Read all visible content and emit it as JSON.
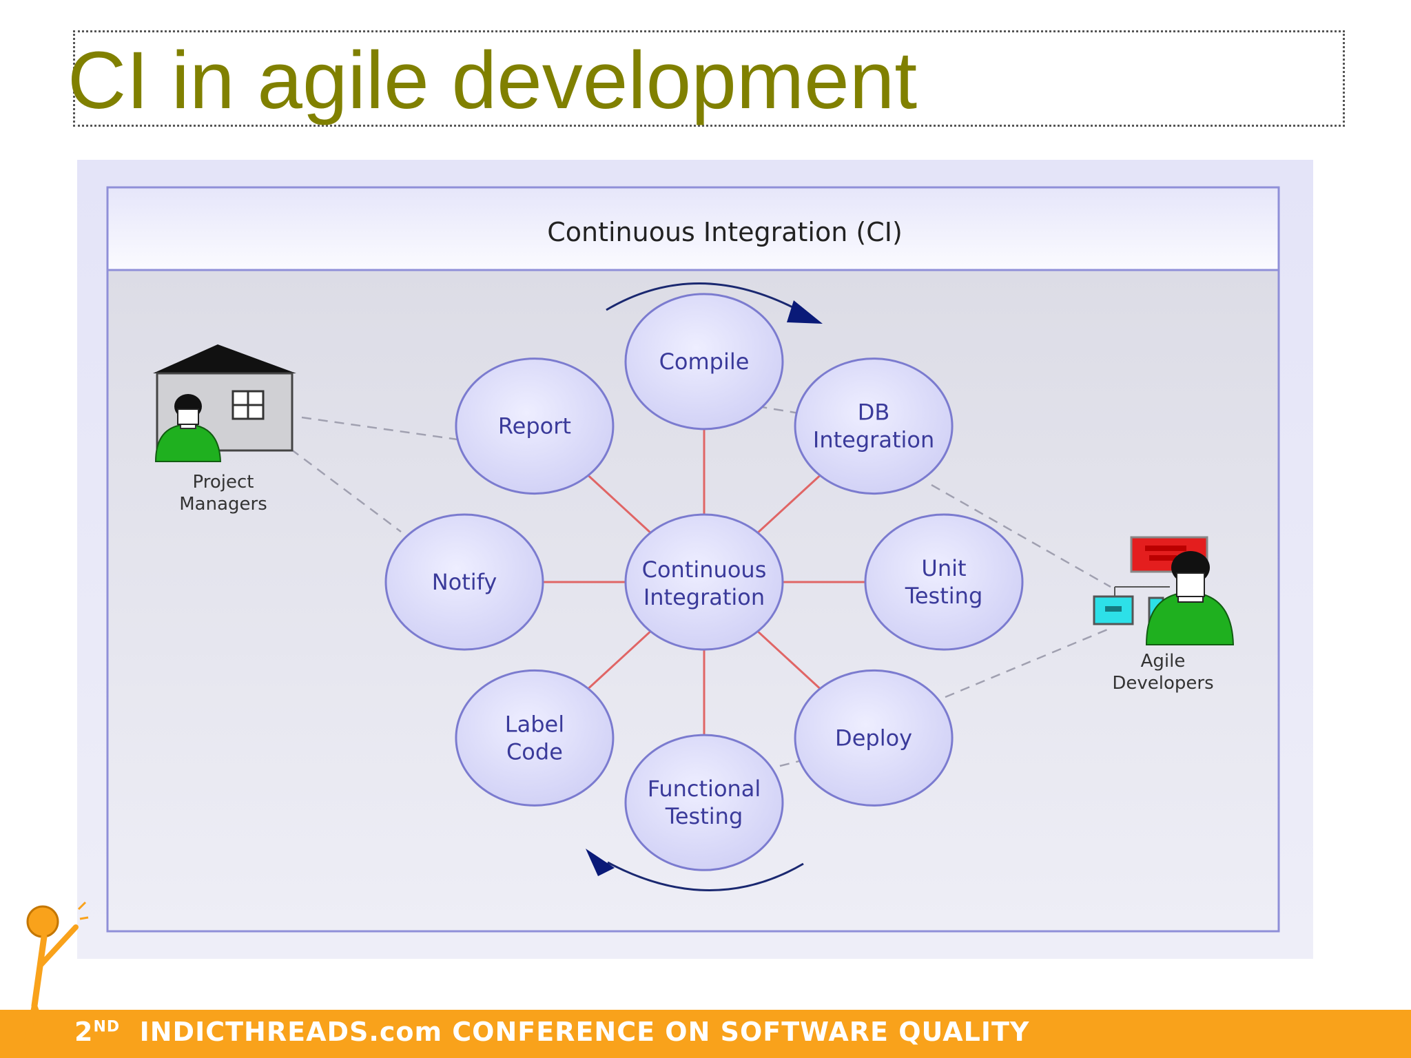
{
  "slide": {
    "title": "CI in agile development"
  },
  "diagram": {
    "panel_title": "Continuous Integration (CI)",
    "hub": [
      "Continuous",
      "Integration"
    ],
    "nodes": [
      {
        "id": "compile",
        "lines": [
          "Compile"
        ]
      },
      {
        "id": "db-integration",
        "lines": [
          "DB",
          "Integration"
        ]
      },
      {
        "id": "unit-testing",
        "lines": [
          "Unit",
          "Testing"
        ]
      },
      {
        "id": "deploy",
        "lines": [
          "Deploy"
        ]
      },
      {
        "id": "functional-testing",
        "lines": [
          "Functional",
          "Testing"
        ]
      },
      {
        "id": "label-code",
        "lines": [
          "Label",
          "Code"
        ]
      },
      {
        "id": "notify",
        "lines": [
          "Notify"
        ]
      },
      {
        "id": "report",
        "lines": [
          "Report"
        ]
      }
    ],
    "actors": {
      "project_managers": [
        "Project",
        "Managers"
      ],
      "agile_developers": [
        "Agile",
        "Developers"
      ]
    },
    "colors": {
      "node_fill": "#dcdcfa",
      "node_stroke": "#7b7bcf",
      "node_text": "#3a3a9a",
      "spoke": "#e06565",
      "arrow": "#0a1a78",
      "person": "#1fb01f"
    }
  },
  "footer": {
    "prefix": "2",
    "sup": "ND",
    "text": "INDICTHREADS.com CONFERENCE ON SOFTWARE QUALITY",
    "color": "#f9a21b"
  }
}
